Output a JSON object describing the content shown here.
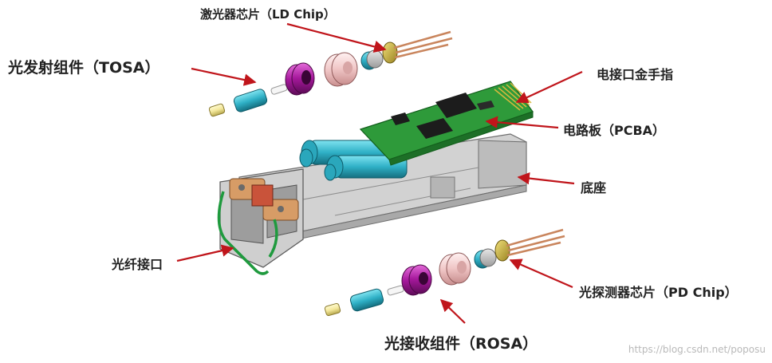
{
  "labels": {
    "ld_chip": "激光器芯片（LD Chip）",
    "tosa": "光发射组件（TOSA）",
    "gold_finger": "电接口金手指",
    "pcba": "电路板（PCBA）",
    "base": "底座",
    "fiber_interface": "光纤接口",
    "pd_chip": "光探测器芯片（PD Chip）",
    "rosa": "光接收组件（ROSA）"
  },
  "watermark": "https://blog.csdn.net/poposu",
  "colors": {
    "arrow": "#c0151b",
    "pcb": "#2f9a3a",
    "cyan": "#36b3c8",
    "magenta": "#b01aa6",
    "pink": "#f0c9c9",
    "housing": "#c8c8c8",
    "latch": "#d49a66"
  }
}
